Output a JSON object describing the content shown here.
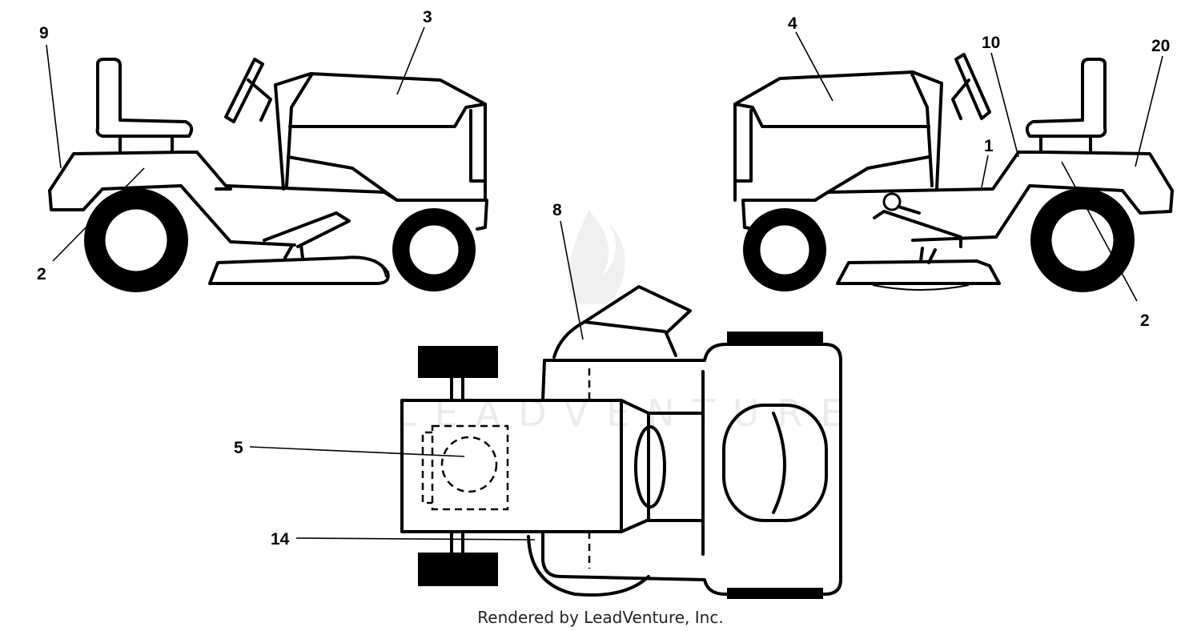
{
  "callouts": {
    "c1": "1",
    "c2_left": "2",
    "c2_right": "2",
    "c3": "3",
    "c4": "4",
    "c5": "5",
    "c8": "8",
    "c9": "9",
    "c10": "10",
    "c14": "14",
    "c20": "20"
  },
  "watermark": "LEADVENTURE",
  "footer": "Rendered by LeadVenture, Inc.",
  "colors": {
    "line": "#000000",
    "background": "#ffffff",
    "watermark": "#ececec"
  }
}
